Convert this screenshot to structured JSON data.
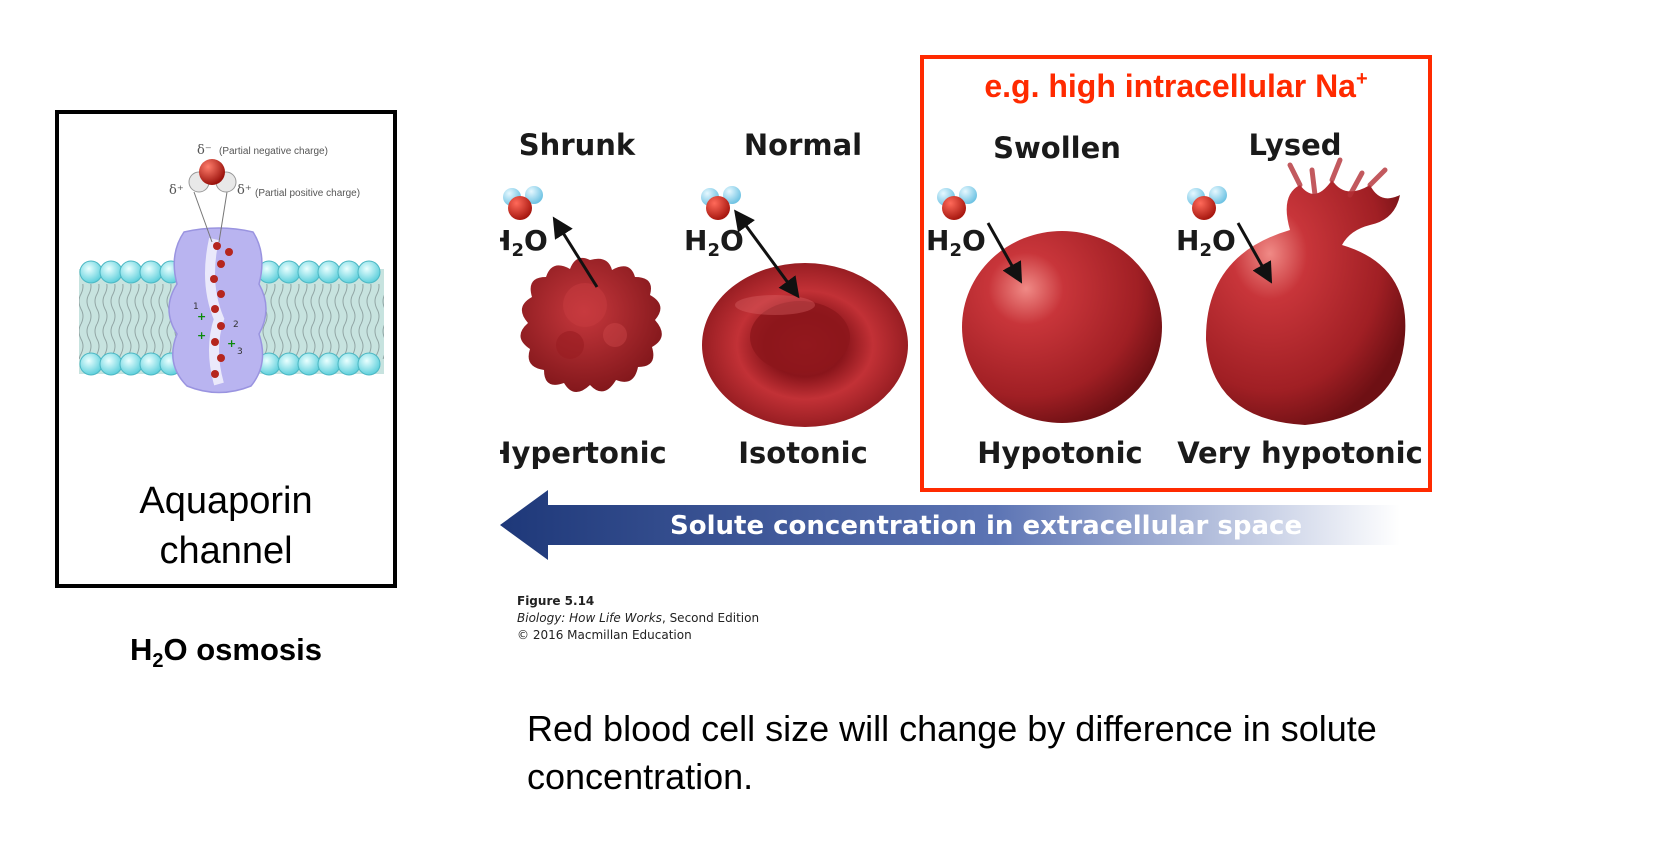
{
  "aquaporin": {
    "label_line1": "Aquaporin",
    "label_line2": "channel",
    "partial_negative": "(Partial negative charge)",
    "partial_positive": "(Partial positive charge)",
    "delta_minus": "δ⁻",
    "delta_plus": "δ⁺",
    "step_1": "1",
    "step_2": "2",
    "step_3": "3",
    "plus_sign": "+"
  },
  "osmosis": {
    "prefix": "H",
    "sub": "2",
    "suffix": "O osmosis"
  },
  "highlight": {
    "text": "e.g. high intracellular Na",
    "sup": "+",
    "color": "#ff2a00"
  },
  "cells": [
    {
      "title": "Shrunk",
      "tonicity": "Hypertonic"
    },
    {
      "title": "Normal",
      "tonicity": "Isotonic"
    },
    {
      "title": "Swollen",
      "tonicity": "Hypotonic"
    },
    {
      "title": "Lysed",
      "tonicity": "Very hypotonic"
    }
  ],
  "h2o": {
    "h": "H",
    "sub": "2",
    "o": "O"
  },
  "gradient_arrow": {
    "label": "Solute concentration in extracellular space",
    "color": "#1f3a82"
  },
  "figure": {
    "number": "Figure 5.14",
    "book": "Biology: How Life Works",
    "edition": ", Second Edition",
    "copyright": "© 2016 Macmillan Education"
  },
  "caption": "Red blood cell size will change by difference in solute concentration.",
  "colors": {
    "cell_red": "#b3262a",
    "membrane_head": "#7fe0e8",
    "channel": "#b9b4f0"
  }
}
